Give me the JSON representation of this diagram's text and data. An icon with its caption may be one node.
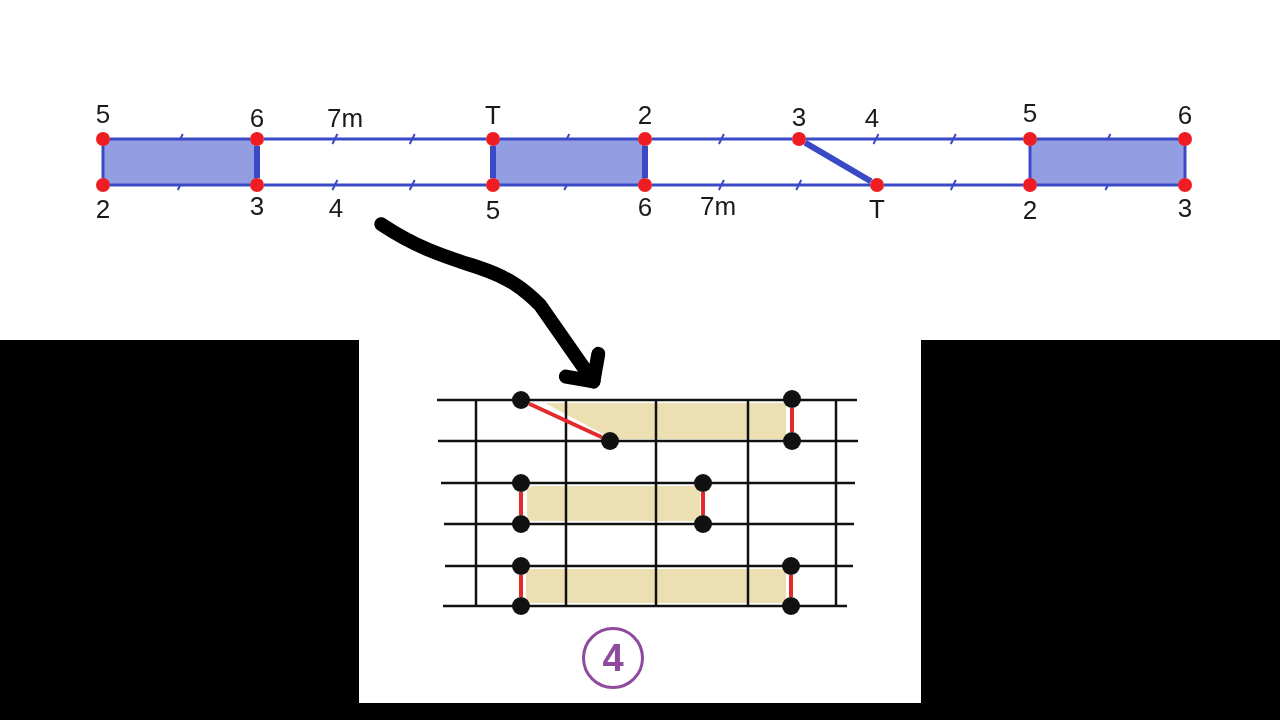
{
  "diagram": {
    "nodes": [
      {
        "text": [],
        "shape": "picture"
      },
      {
        "text": [],
        "shape": "circle",
        "in": 0,
        "beside": [
          "5"
        ]
      },
      {
        "text": [],
        "shape": "circle",
        "in": 0,
        "beside": [
          "6"
        ]
      },
      {
        "text": [],
        "shape": "circle",
        "in": 0,
        "beside": [
          "T"
        ]
      },
      {
        "text": [],
        "shape": "circle",
        "in": 0,
        "beside": [
          "2"
        ]
      },
      {
        "text": [],
        "shape": "circle",
        "in": 0,
        "beside": [
          "3"
        ]
      },
      {
        "text": [],
        "shape": "circle",
        "in": 0,
        "beside": [
          "5"
        ]
      },
      {
        "text": [],
        "shape": "circle",
        "in": 0,
        "beside": [
          "6"
        ]
      },
      {
        "text": [],
        "shape": "circle",
        "in": 0,
        "beside": [
          "2"
        ]
      },
      {
        "text": [],
        "shape": "circle",
        "in": 0,
        "beside": [
          "3"
        ]
      },
      {
        "text": [],
        "shape": "circle",
        "in": 0,
        "beside": [
          "5"
        ]
      },
      {
        "text": [],
        "shape": "circle",
        "in": 0,
        "beside": [
          "6"
        ]
      },
      {
        "text": [],
        "shape": "circle",
        "in": 0,
        "beside": [
          "T"
        ]
      },
      {
        "text": [],
        "shape": "circle",
        "in": 0,
        "beside": [
          "2"
        ]
      },
      {
        "text": [],
        "shape": "circle",
        "in": 0,
        "beside": [
          "3"
        ]
      },
      {
        "text": [],
        "shape": "picture"
      },
      {
        "text": [],
        "shape": "circle",
        "in": 15
      },
      {
        "text": [],
        "shape": "circle",
        "in": 15
      },
      {
        "text": [],
        "shape": "circle",
        "in": 15
      },
      {
        "text": [],
        "shape": "circle",
        "in": 15
      },
      {
        "text": [],
        "shape": "circle",
        "in": 15
      },
      {
        "text": [],
        "shape": "circle",
        "in": 15
      },
      {
        "text": [],
        "shape": "circle",
        "in": 15
      },
      {
        "text": [],
        "shape": "circle",
        "in": 15
      },
      {
        "text": [],
        "shape": "circle",
        "in": 15
      },
      {
        "text": [],
        "shape": "circle",
        "in": 15
      },
      {
        "text": [],
        "shape": "circle",
        "in": 15
      },
      {
        "text": [],
        "shape": "circle",
        "in": 15
      },
      {
        "text": [
          "4"
        ]
      },
      {
        "text": [],
        "shape": "box",
        "in": 0
      },
      {
        "text": [],
        "shape": "box",
        "in": 0
      },
      {
        "text": [],
        "shape": "box",
        "in": 0
      }
    ],
    "edges": [
      {
        "from": 1,
        "to": 2,
        "arrow": "none"
      },
      {
        "from": 2,
        "to": 3,
        "arrow": "none"
      },
      {
        "from": 3,
        "to": 4,
        "arrow": "none"
      },
      {
        "from": 4,
        "to": 5,
        "arrow": "none"
      },
      {
        "from": 5,
        "to": 6,
        "arrow": "none"
      },
      {
        "from": 6,
        "to": 7,
        "arrow": "none"
      },
      {
        "from": 8,
        "to": 9,
        "arrow": "none"
      },
      {
        "from": 9,
        "to": 10,
        "arrow": "none"
      },
      {
        "from": 10,
        "to": 11,
        "arrow": "none"
      },
      {
        "from": 11,
        "to": 12,
        "arrow": "none"
      },
      {
        "from": 12,
        "to": 13,
        "arrow": "none"
      },
      {
        "from": 13,
        "to": 14,
        "arrow": "none"
      },
      {
        "from": 1,
        "to": 8,
        "arrow": "none"
      },
      {
        "from": 2,
        "to": 9,
        "arrow": "none",
        "style": "thick"
      },
      {
        "from": 3,
        "to": 10,
        "arrow": "none",
        "style": "thick"
      },
      {
        "from": 4,
        "to": 11,
        "arrow": "none",
        "style": "thick"
      },
      {
        "from": 6,
        "to": 13,
        "arrow": "none"
      },
      {
        "from": 7,
        "to": 14,
        "arrow": "none"
      },
      {
        "from": 5,
        "to": 12,
        "arrow": "none",
        "style": "thick"
      },
      {
        "from": 0,
        "to": 15,
        "arrow": "to",
        "style": "thick",
        "color": "#000000"
      },
      {
        "from": 16,
        "to": 18,
        "arrow": "none",
        "color": "#e32b2b"
      },
      {
        "from": 17,
        "to": 19,
        "arrow": "none",
        "color": "#e32b2b"
      },
      {
        "from": 20,
        "to": 22,
        "arrow": "none",
        "color": "#e32b2b"
      },
      {
        "from": 21,
        "to": 23,
        "arrow": "none",
        "color": "#e32b2b"
      },
      {
        "from": 24,
        "to": 26,
        "arrow": "none",
        "color": "#e32b2b"
      },
      {
        "from": 25,
        "to": 27,
        "arrow": "none",
        "color": "#e32b2b"
      }
    ],
    "labels": [
      "7m",
      "4",
      "4",
      "7m"
    ]
  }
}
